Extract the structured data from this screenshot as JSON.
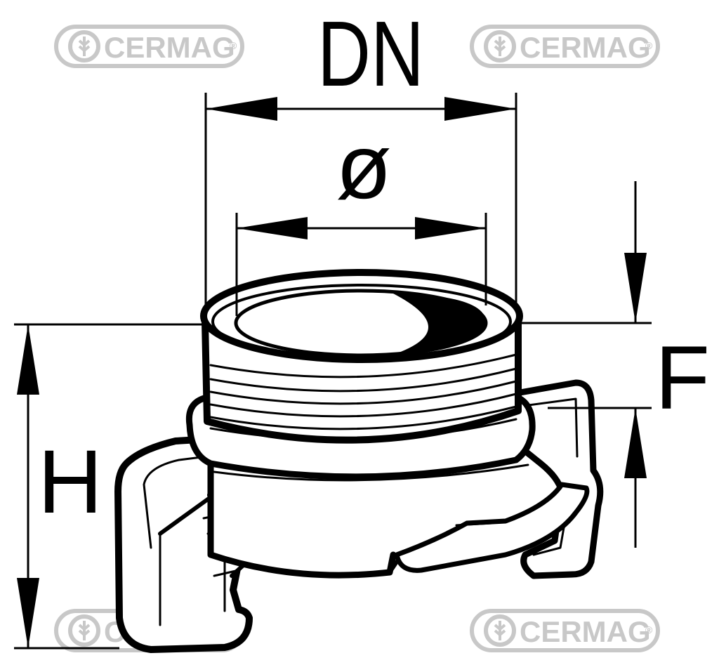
{
  "watermark": {
    "text": "CERMAG",
    "registered_mark": "®",
    "icon": "wheat-wrench-logo-icon",
    "color": "#c8c8c8"
  },
  "labels": {
    "dn": "DN",
    "diameter": "ø",
    "f": "F",
    "h": "H"
  },
  "colors": {
    "line": "#000000",
    "background": "#ffffff"
  }
}
